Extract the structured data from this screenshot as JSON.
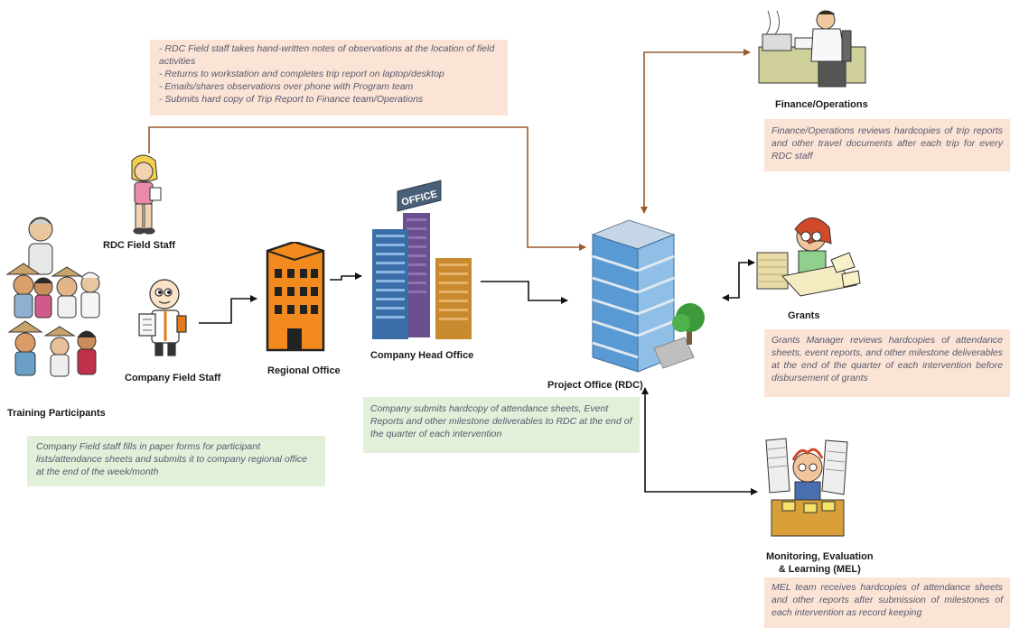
{
  "labels": {
    "training_participants": "Training Participants",
    "rdc_field_staff": "RDC Field Staff",
    "company_field_staff": "Company Field Staff",
    "regional_office": "Regional Office",
    "company_head_office": "Company Head Office",
    "project_office": "Project Office (RDC)",
    "finance_operations": "Finance/Operations",
    "grants": "Grants",
    "mel_line1": "Monitoring, Evaluation",
    "mel_line2": "& Learning (MEL)",
    "office_sign": "OFFICE"
  },
  "notes": {
    "rdc_field": [
      "- RDC Field staff takes hand-written notes of observations at the location of field",
      "activities",
      "- Returns to workstation and completes trip report on laptop/desktop",
      "- Emails/shares observations over phone with Program team",
      "- Submits hard copy of Trip Report to Finance team/Operations"
    ],
    "company_field": "Company Field staff fills in paper forms for participant lists/attendance sheets and submits it to company regional office at the end of the week/month",
    "company_submits": "Company submits hardcopy of attendance sheets, Event Reports and other milestone deliverables to RDC at the end of the quarter of each intervention",
    "finance": "Finance/Operations reviews hardcopies of trip reports and other travel documents after each trip for every RDC staff",
    "grants": "Grants Manager reviews hardcopies of attendance sheets, event reports, and other milestone deliverables at the end of the quarter of each intervention before disbursement of grants",
    "mel": "MEL team receives hardcopies of attendance sheets and other reports after submission of milestones of each intervention as record keeping"
  },
  "colors": {
    "peach_box": "#fbe3d5",
    "green_box": "#e2efd9",
    "brown_arrow": "#9a5a2e",
    "black_arrow": "#111111",
    "note_text": "#555a6e"
  }
}
